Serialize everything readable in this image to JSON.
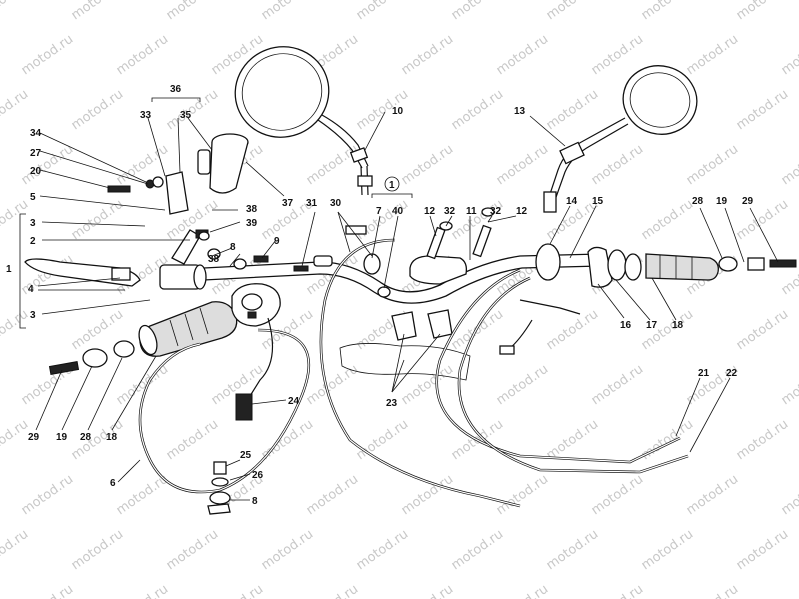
{
  "watermark": {
    "text": "motod.ru"
  },
  "callouts": {
    "c1": "1",
    "c1box": "1",
    "c2": "2",
    "c3a": "3",
    "c3b": "3",
    "c4": "4",
    "c5": "5",
    "c6": "6",
    "c7": "7",
    "c8a": "8",
    "c8b": "8",
    "c9": "9",
    "c10": "10",
    "c11": "11",
    "c12a": "12",
    "c12b": "12",
    "c13": "13",
    "c14": "14",
    "c15": "15",
    "c16": "16",
    "c17": "17",
    "c18a": "18",
    "c18b": "18",
    "c19a": "19",
    "c19b": "19",
    "c20": "20",
    "c21": "21",
    "c22": "22",
    "c23": "23",
    "c24": "24",
    "c25": "25",
    "c26": "26",
    "c27": "27",
    "c28a": "28",
    "c28b": "28",
    "c29a": "29",
    "c29b": "29",
    "c30": "30",
    "c31": "31",
    "c32a": "32",
    "c32b": "32",
    "c33": "33",
    "c34": "34",
    "c35": "35",
    "c36": "36",
    "c37": "37",
    "c38a": "38",
    "c38b": "38",
    "c39": "39",
    "c40": "40"
  }
}
